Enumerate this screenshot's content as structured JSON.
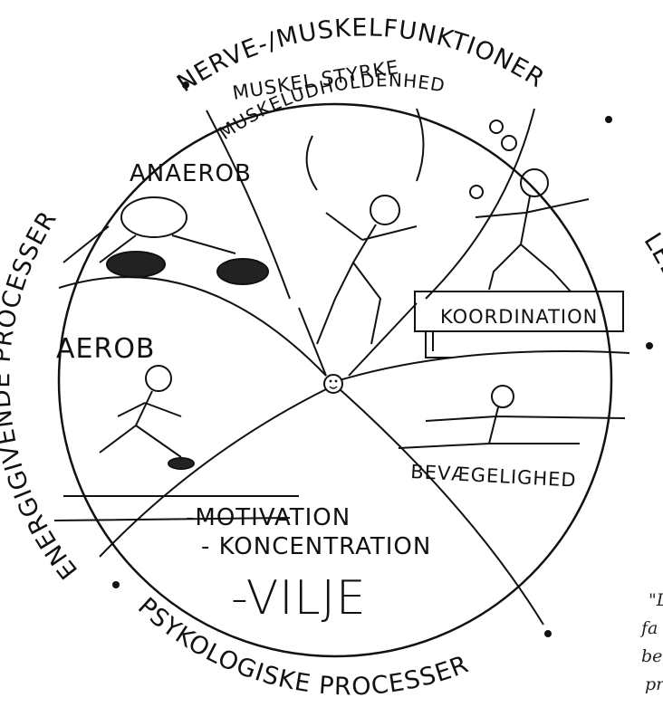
{
  "ring": {
    "top": "NERVE-/MUSKELFUNKTIONER",
    "left": "ENERGIGIVENDE PROCESSER",
    "right": "LEDFUNKTIONER",
    "bottom": "PSYKOLOGISKE PROCESSER"
  },
  "sectors": {
    "anaerob": "ANAEROB",
    "aerob": "AEROB",
    "muskel_styrke": "MUSKEL STYRKE",
    "muskeludholdenhed": "MUSKELUDHOLDENHED",
    "koordination": "KOORDINATION",
    "bevaegelighed": "BEVÆGELIGHED"
  },
  "psyche": {
    "motivation": "-MOTIVATION",
    "koncentration": "- KONCENTRATION",
    "vilje": "-VILJE"
  },
  "side_text": [
    "\"L",
    "fa",
    "be",
    "pr"
  ]
}
